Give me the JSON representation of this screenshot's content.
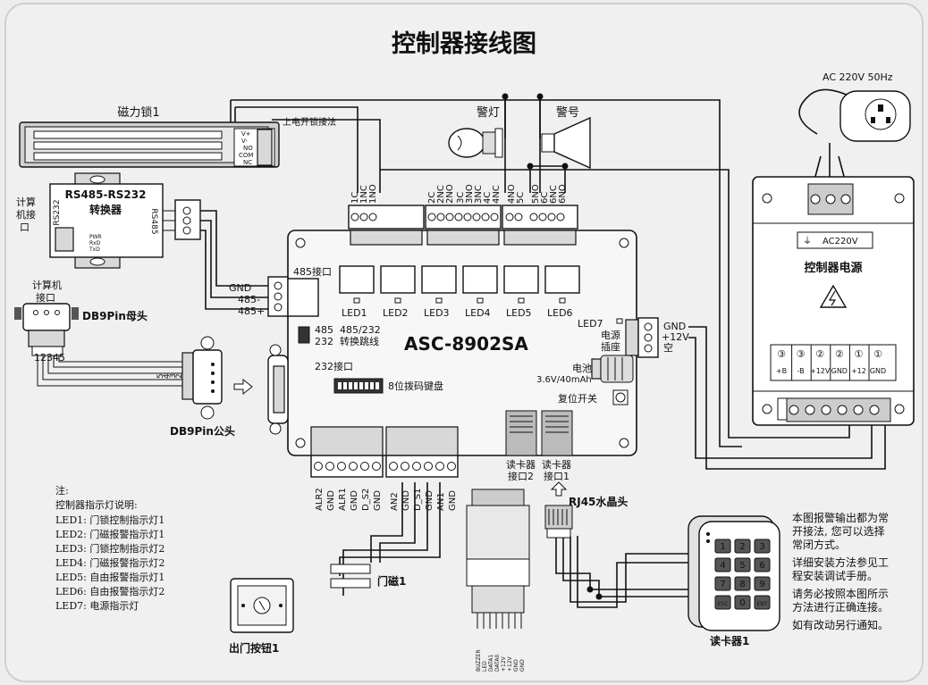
{
  "title": "控制器接线图",
  "power_plug": {
    "label": "AC 220V 50Hz"
  },
  "magnetic_lock": {
    "label": "磁力锁1",
    "terminals": [
      "V+",
      "V-",
      "NO",
      "COM",
      "NC"
    ],
    "note": "上电开锁接法"
  },
  "alarm_lamp": {
    "label": "警灯"
  },
  "alarm_horn": {
    "label": "警号"
  },
  "converter": {
    "title_line1": "RS485-RS232",
    "title_line2": "转换器",
    "port_left": "RS232",
    "port_right": "RS485",
    "pins": [
      "PWR",
      "RxD",
      "TxD"
    ],
    "computer_label_lines": [
      "计算",
      "机接",
      "口"
    ]
  },
  "rs485_wires": [
    "GND",
    "485-",
    "485+"
  ],
  "computer_port": {
    "label_lines": [
      "计算机",
      "接口"
    ],
    "pins": [
      "1",
      "2",
      "3",
      "4",
      "5"
    ]
  },
  "db9_female": {
    "label": "DB9Pin母头"
  },
  "db9_male": {
    "label": "DB9Pin公头",
    "pins": [
      "5",
      "4",
      "3",
      "2",
      "1"
    ]
  },
  "controller": {
    "model": "ASC-8902SA",
    "relay_terminals": [
      "1C",
      "1NC",
      "1NO",
      "2C",
      "2NC",
      "2NO",
      "3C",
      "3NO",
      "3NC",
      "4C",
      "4NC",
      "4NO",
      "5C",
      "5NO",
      "6C",
      "6NC",
      "6NO"
    ],
    "leds": [
      "LED1",
      "LED2",
      "LED3",
      "LED4",
      "LED5",
      "LED6"
    ],
    "led7": "LED7",
    "port_485": "485接口",
    "jumper_485": "485",
    "jumper_232": "232",
    "jumper_label_line1": "485/232",
    "jumper_label_line2": "转换跳线",
    "port_232": "232接口",
    "dip_switch": "8位拨码键盘",
    "power_socket_lines": [
      "电源",
      "插座"
    ],
    "power_pins": [
      "GND",
      "+12V",
      "空"
    ],
    "battery_label": "电池",
    "battery_spec": "3.6V/40mAh",
    "reset_switch": "复位开关",
    "bottom_left_terminals": [
      "ALR2",
      "GND",
      "ALR1",
      "GND",
      "D_S2",
      "GND"
    ],
    "bottom_right_terminals": [
      "AN2",
      "GND",
      "D_S1",
      "GND",
      "AN1",
      "GND"
    ],
    "reader_port2_lines": [
      "读卡器",
      "接口2"
    ],
    "reader_port1_lines": [
      "读卡器",
      "接口1"
    ]
  },
  "rj45": {
    "label": "RJ45水晶头"
  },
  "reader_wire_labels": [
    "BUZZER",
    "LED",
    "DATA1",
    "DATA0",
    "+12V",
    "+12V",
    "GND",
    "GND"
  ],
  "door_sensor": {
    "label": "门磁1"
  },
  "exit_button": {
    "label": "出门按钮1"
  },
  "card_reader": {
    "label": "读卡器1",
    "keys": [
      "1",
      "2",
      "3",
      "4",
      "5",
      "6",
      "7",
      "8",
      "9",
      "ESC",
      "0",
      "ENT"
    ]
  },
  "psu": {
    "label": "控制器电源",
    "ac_label": "AC220V",
    "circled_numbers": [
      "③",
      "③",
      "②",
      "②",
      "①",
      "①"
    ],
    "terminals": [
      "+B",
      "-B",
      "+12V",
      "GND",
      "+12",
      "GND"
    ]
  },
  "notes": {
    "heading": "注:",
    "subheading": "控制器指示灯说明:",
    "lines": [
      "LED1: 门锁控制指示灯1",
      "LED2: 门磁报警指示灯1",
      "LED3: 门锁控制指示灯2",
      "LED4: 门磁报警指示灯2",
      "LED5: 自由报警指示灯1",
      "LED6: 自由报警指示灯2",
      "LED7: 电源指示灯"
    ]
  },
  "right_notes": [
    [
      "本图报警输出都为常",
      "开接法, 您可以选择",
      "常闭方式。"
    ],
    [
      "详细安装方法参见工",
      "程安装调试手册。"
    ],
    [
      "请务必按照本图所示",
      "方法进行正确连接。"
    ],
    [
      "如有改动另行通知。"
    ]
  ]
}
